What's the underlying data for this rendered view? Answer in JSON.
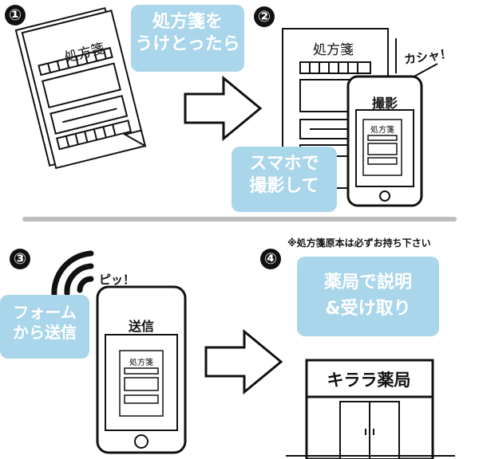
{
  "steps": [
    {
      "number": "①",
      "bubble": [
        "処方箋を",
        "うけとったら"
      ],
      "document_title": "処方箋"
    },
    {
      "number": "②",
      "bubble": [
        "スマホで",
        "撮影して"
      ],
      "document_title": "処方箋",
      "sound": "カシャ！",
      "phone_label": "撮影",
      "screen_title": "処方箋"
    },
    {
      "number": "③",
      "bubble": [
        "フォーム",
        "から送信"
      ],
      "sound": "ピッ！",
      "phone_label": "送信",
      "screen_title": "処方箋"
    },
    {
      "number": "④",
      "bubble": [
        "薬局で説明",
        "&受け取り"
      ],
      "note": "※処方箋原本は必ずお持ち下さい",
      "store_name": "キララ薬局"
    }
  ],
  "colors": {
    "bubble": "#a9d6ea",
    "divider": "#bdbdbd",
    "line": "#111111"
  },
  "icons": [
    "arrow-right-icon",
    "phone-icon",
    "prescription-icon",
    "signal-waves-icon",
    "pharmacy-building-icon"
  ]
}
